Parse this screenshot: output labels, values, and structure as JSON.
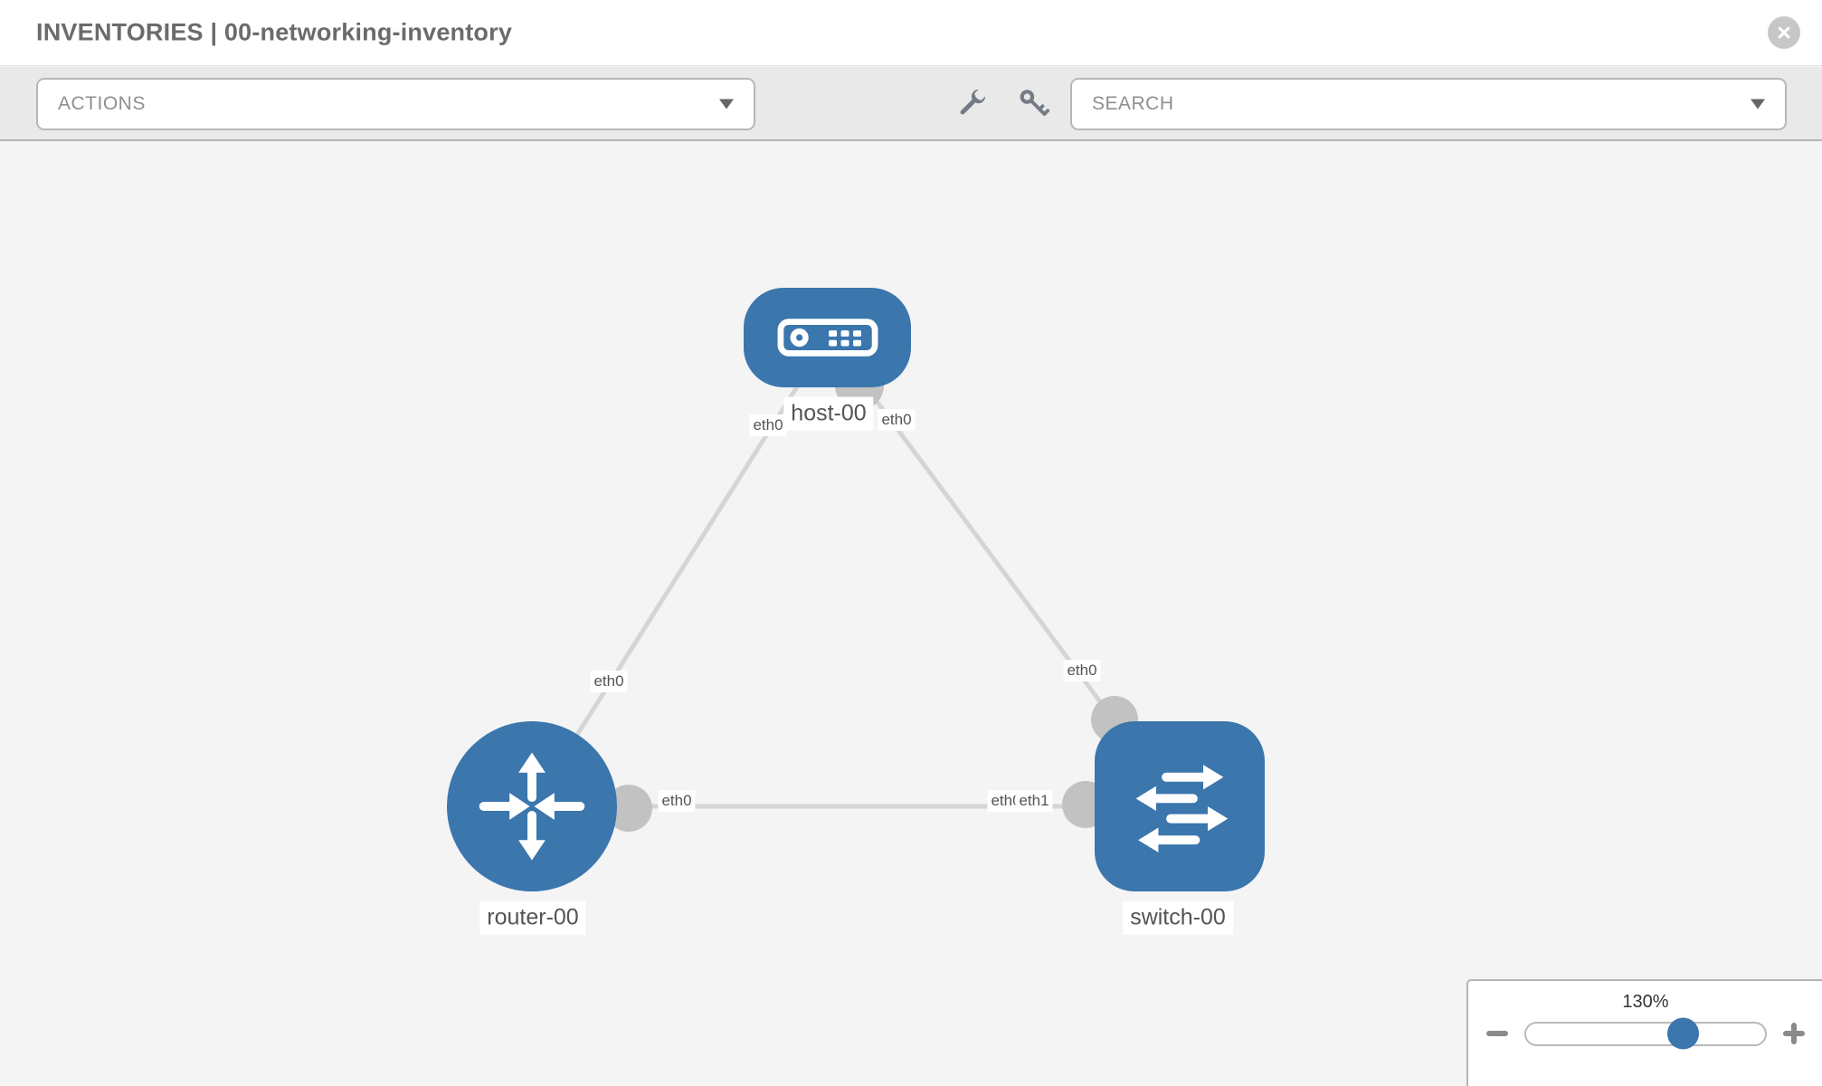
{
  "header": {
    "title": "INVENTORIES | 00-networking-inventory",
    "close_icon": "times-circle"
  },
  "toolbar": {
    "actions_placeholder": "ACTIONS",
    "search_placeholder": "SEARCH",
    "wrench_icon": "wrench",
    "key_icon": "key"
  },
  "topology": {
    "nodes": [
      {
        "name": "host-00",
        "type": "host"
      },
      {
        "name": "router-00",
        "type": "router"
      },
      {
        "name": "switch-00",
        "type": "switch"
      }
    ],
    "links": [
      {
        "from": "host-00",
        "to": "router-00",
        "from_interface": "eth0",
        "to_interface": "eth0"
      },
      {
        "from": "host-00",
        "to": "switch-00",
        "from_interface": "eth0",
        "to_interface": "eth0"
      },
      {
        "from": "router-00",
        "to": "switch-00",
        "from_interface": "eth0",
        "to_interface": "eth1",
        "overlap_under": "eth0"
      }
    ]
  },
  "zoom_control": {
    "level": "130%",
    "minus_icon": "minus",
    "plus_icon": "plus"
  },
  "colors": {
    "node_blue": "#3b76ad",
    "link_gray": "#d5d5d5",
    "connector_gray": "#c2c2c2",
    "toolbar_gray": "#e9e9e9",
    "icon_gray": "#757b85"
  }
}
